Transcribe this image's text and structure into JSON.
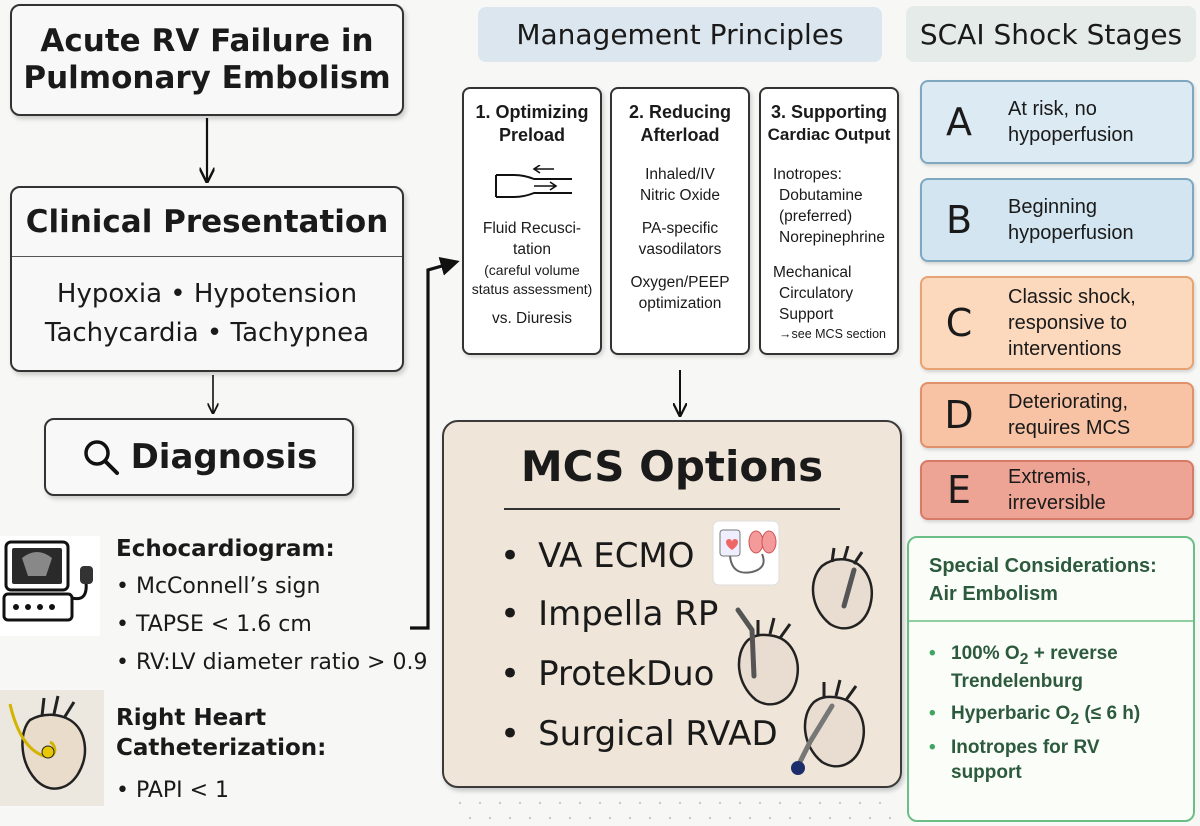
{
  "title": {
    "line1": "Acute RV Failure in",
    "line2": "Pulmonary Embolism"
  },
  "clinical": {
    "heading": "Clinical Presentation",
    "line1": "Hypoxia • Hypotension",
    "line2": "Tachycardia • Tachypnea"
  },
  "diagnosis": {
    "label": "Diagnosis"
  },
  "echo": {
    "title": "Echocardiogram:",
    "bullets": [
      "• McConnell’s sign",
      "• TAPSE < 1.6 cm",
      "• RV:LV diameter ratio > 0.9"
    ]
  },
  "rhc": {
    "title_line1": "Right Heart",
    "title_line2": "Catheterization:",
    "bullets": [
      "• PAPI < 1"
    ]
  },
  "management": {
    "header": "Management Principles",
    "preload": {
      "t1": "1. Optimizing",
      "t2": "Preload",
      "l1": "Fluid Recusci-",
      "l2": "tation",
      "l3": "(careful volume",
      "l4": "status assessment)",
      "l5": "vs. Diuresis"
    },
    "afterload": {
      "t1": "2. Reducing",
      "t2": "Afterload",
      "l1": "Inhaled/IV",
      "l2": "Nitric Oxide",
      "l3": "PA-specific",
      "l4": "vasodilators",
      "l5": "Oxygen/PEEP",
      "l6": "optimization"
    },
    "output": {
      "t1": "3. Supporting",
      "t2": "Cardiac Output",
      "l1": "Inotropes:",
      "l2": "Dobutamine",
      "l3": "(preferred)",
      "l4": "Norepinephrine",
      "l5": "Mechanical",
      "l6": "Circulatory",
      "l7": "Support",
      "l8": "→see MCS section"
    }
  },
  "mcs": {
    "title": "MCS Options",
    "items": [
      "VA ECMO",
      "Impella RP",
      "ProtekDuo",
      "Surgical RVAD"
    ]
  },
  "scai": {
    "header": "SCAI Shock Stages",
    "stages": [
      {
        "letter": "A",
        "line1": "At risk, no",
        "line2": "hypoperfusion",
        "line3": "",
        "bg": "#dceaf3",
        "border": "#7fa8c0"
      },
      {
        "letter": "B",
        "line1": "Beginning",
        "line2": "hypoperfusion",
        "line3": "",
        "bg": "#d3e5f0",
        "border": "#7fa8c0"
      },
      {
        "letter": "C",
        "line1": "Classic shock,",
        "line2": "responsive to",
        "line3": "interventions",
        "bg": "#fcd8bd",
        "border": "#e8a373"
      },
      {
        "letter": "D",
        "line1": "Deteriorating,",
        "line2": "requires MCS",
        "line3": "",
        "bg": "#f8c3a4",
        "border": "#e0906a"
      },
      {
        "letter": "E",
        "line1": "Extremis,",
        "line2": "irreversible",
        "line3": "",
        "bg": "#eea494",
        "border": "#d87a68"
      }
    ]
  },
  "special": {
    "title_line1": "Special Considerations:",
    "title_line2": "Air Embolism",
    "items": [
      {
        "l1a": "100% O",
        "l1sub": "2",
        "l1b": " + reverse",
        "l2": "Trendelenburg"
      },
      {
        "l1a": "Hyperbaric O",
        "l1sub": "2",
        "l1b": " (≤ 6 h)"
      },
      {
        "l1a": "Inotropes for RV",
        "l2": "support"
      }
    ]
  }
}
